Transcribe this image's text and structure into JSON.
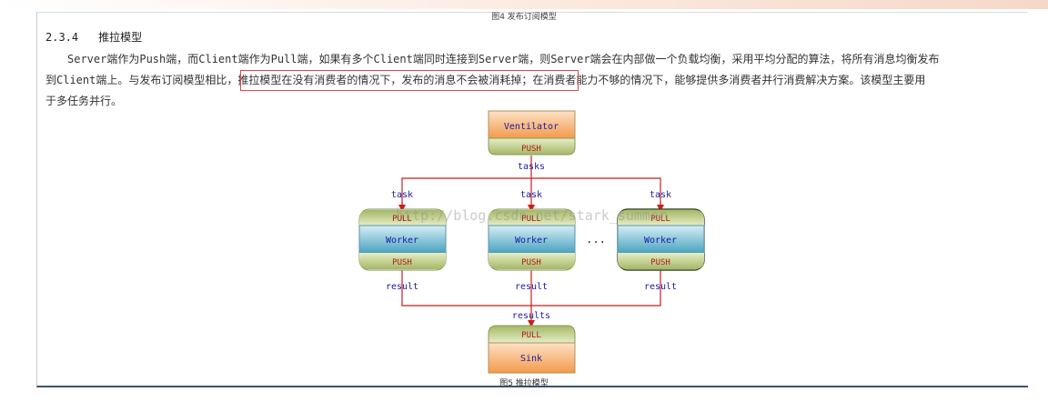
{
  "figure_caption_top": "图4 发布订阅模型",
  "section": {
    "number": "2.3.4",
    "title": "推拉模型"
  },
  "paragraph": {
    "line1": "Server端作为Push端，而Client端作为Pull端，如果有多个Client端同时连接到Server端，则Server端会在内部做一个负载均衡，采用平均分配的算法，将所有消息均衡发布",
    "line2_prefix": "到Client端上。与发布订阅模型相比，",
    "line2_highlight": "推拉模型在没有消费者的情况下，发布的消息不会被消耗掉；",
    "line2_suffix": "在消费者能力不够的情况下，能够提供多消费者并行消费解决方案。该模型主要用",
    "line3": "于多任务并行。"
  },
  "diagram": {
    "ventilator": {
      "name": "Ventilator",
      "port": "PUSH"
    },
    "tasks_label": "tasks",
    "task_label": "task",
    "workers": [
      {
        "pull": "PULL",
        "name": "Worker",
        "push": "PUSH"
      },
      {
        "pull": "PULL",
        "name": "Worker",
        "push": "PUSH"
      },
      {
        "pull": "PULL",
        "name": "Worker",
        "push": "PUSH"
      }
    ],
    "ellipsis": "...",
    "result_label": "result",
    "results_label": "results",
    "sink": {
      "port": "PULL",
      "name": "Sink"
    },
    "watermark": "http://blog.csdn.net/stark_summer"
  },
  "figure_caption_bottom": "图5 推拉模型",
  "colors": {
    "arrow": "#c81e1e",
    "diagram_text": "#1a1aa6",
    "port_text": "#b01818",
    "orange": "#f7a45a",
    "green": "#b6c67a",
    "blue": "#6cb7cf",
    "highlight_border": "#e0474c"
  }
}
